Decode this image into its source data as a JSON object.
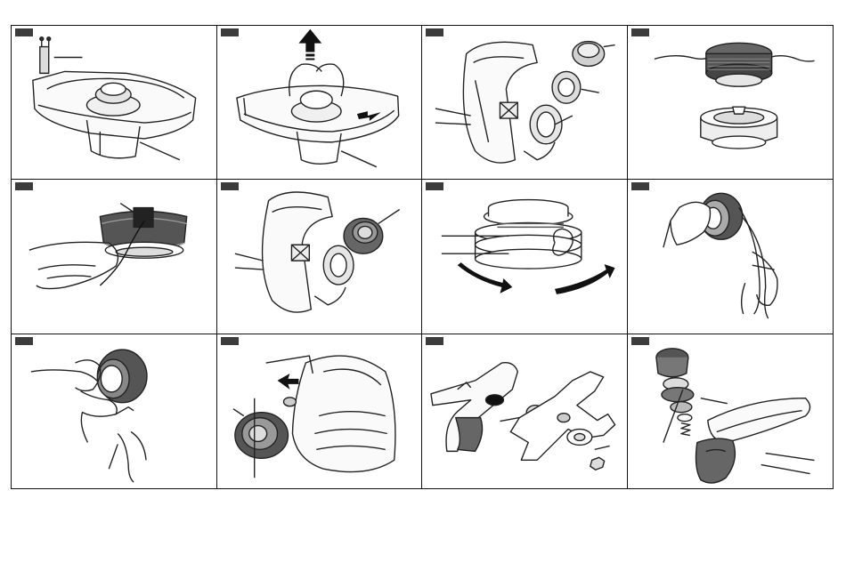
{
  "sheet": {
    "panels": [
      {
        "icon": "trimmer-guard-screws-illustration"
      },
      {
        "icon": "guard-removal-arrow-illustration"
      },
      {
        "icon": "spool-exploded-view-illustration"
      },
      {
        "icon": "spool-line-illustration"
      },
      {
        "icon": "spool-line-insert-illustration"
      },
      {
        "icon": "spool-cap-removal-illustration"
      },
      {
        "icon": "spool-winding-direction-illustration"
      },
      {
        "icon": "spool-line-feed-illustration"
      },
      {
        "icon": "spool-wind-hand-illustration"
      },
      {
        "icon": "guard-allen-key-illustration"
      },
      {
        "icon": "blade-assembly-illustration"
      },
      {
        "icon": "trimmer-head-exploded-illustration"
      }
    ]
  }
}
